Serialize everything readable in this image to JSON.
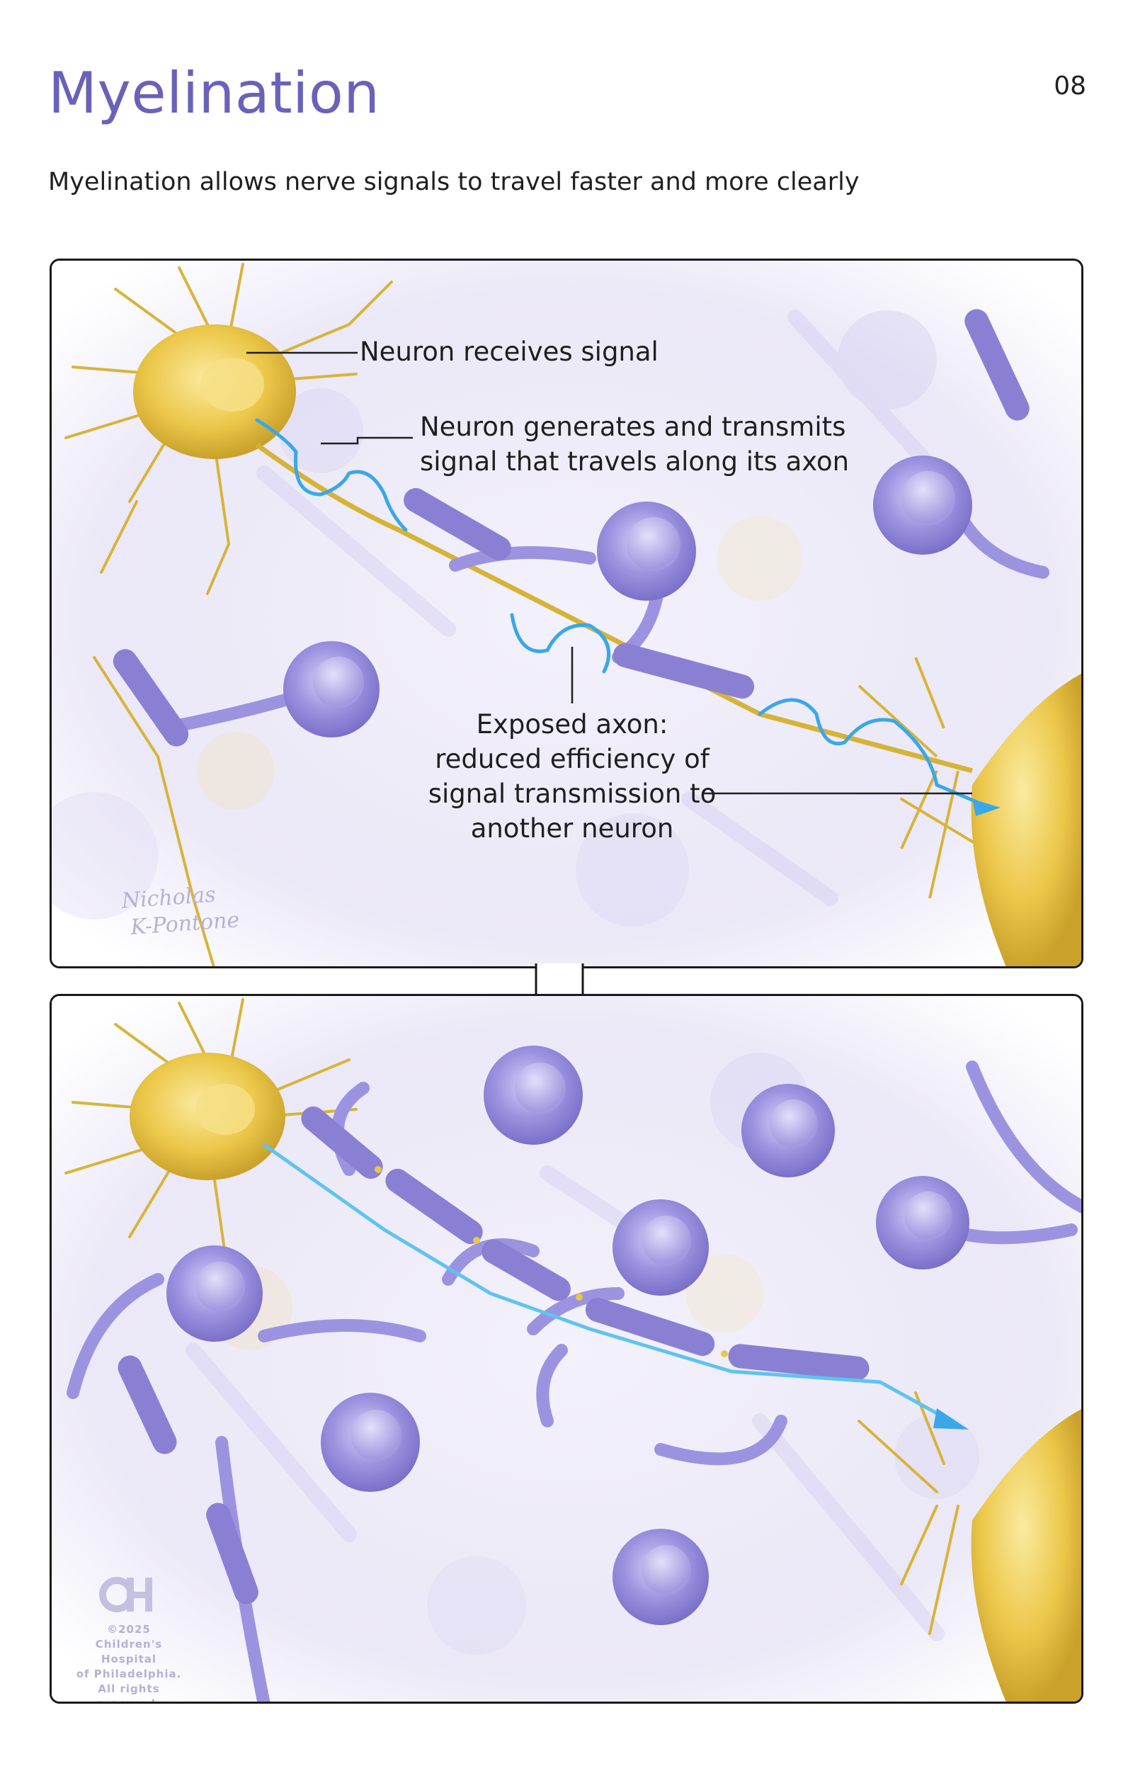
{
  "page": {
    "title": "Myelination",
    "number": "08",
    "subtitle": "Myelination allows nerve signals to travel faster and more clearly"
  },
  "top_panel": {
    "labels": {
      "receives": "Neuron receives signal",
      "transmits_line1": "Neuron generates and transmits",
      "transmits_line2": "signal that travels along its axon",
      "exposed_line1": "Exposed axon:",
      "exposed_line2": "reduced efficiency of",
      "exposed_line3": "signal transmission to",
      "exposed_line4": "another neuron"
    },
    "signature": {
      "line1": "Nicholas",
      "line2": "K-Pontone"
    }
  },
  "bottom_panel": {
    "logo": "CH",
    "copyright": {
      "line1": "©2025",
      "line2": "Children's Hospital",
      "line3": "of Philadelphia.",
      "line4": "All rights reserved."
    }
  },
  "colors": {
    "title": "#6a62b8",
    "neuron": "#e9c94a",
    "oligodendrocyte": "#8f86d8",
    "signal": "#3aa7e8"
  },
  "icons": [
    "down-arrow-icon",
    "ch-logo-icon"
  ]
}
